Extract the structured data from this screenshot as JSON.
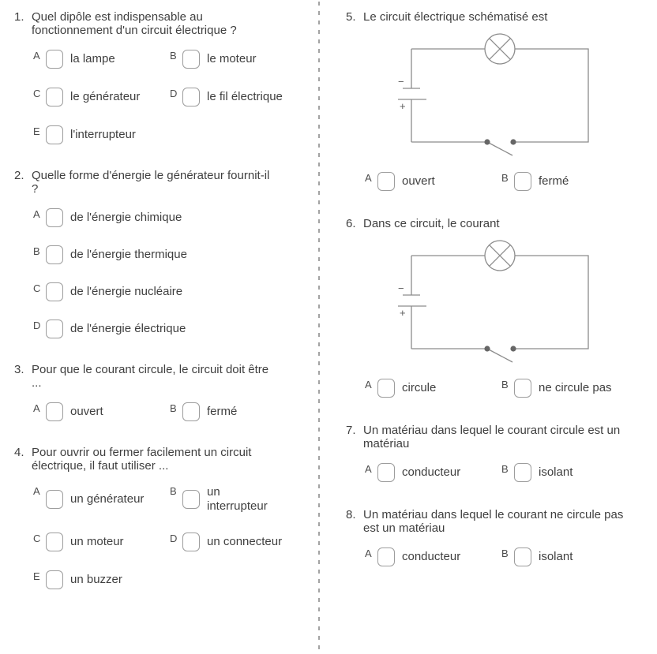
{
  "page": {
    "background": "#ffffff",
    "text_color": "#3f3f3f",
    "checkbox_border_color": "#9d9d9d",
    "circuit_line_color": "#8c8c8c",
    "divider_color": "#a3a3a3"
  },
  "diagram": {
    "description": "series circuit with lamp, battery and open switch",
    "minus_label": "−",
    "plus_label": "+"
  },
  "quiz": {
    "questions": [
      {
        "number": "1.",
        "text": "Quel dipôle est indispensable au fonctionnement d'un circuit électrique ?",
        "options": [
          {
            "letter": "A",
            "label": "la lampe",
            "checked": false
          },
          {
            "letter": "B",
            "label": "le moteur",
            "checked": false
          },
          {
            "letter": "C",
            "label": "le générateur",
            "checked": false
          },
          {
            "letter": "D",
            "label": "le fil électrique",
            "checked": false
          },
          {
            "letter": "E",
            "label": "l'interrupteur",
            "checked": false
          }
        ]
      },
      {
        "number": "2.",
        "text": "Quelle forme d'énergie le générateur fournit-il ?",
        "options": [
          {
            "letter": "A",
            "label": "de l'énergie chimique",
            "checked": false
          },
          {
            "letter": "B",
            "label": "de l'énergie thermique",
            "checked": false
          },
          {
            "letter": "C",
            "label": "de l'énergie nucléaire",
            "checked": false
          },
          {
            "letter": "D",
            "label": "de l'énergie électrique",
            "checked": false
          }
        ]
      },
      {
        "number": "3.",
        "text": "Pour que le courant circule, le circuit doit être ...",
        "options": [
          {
            "letter": "A",
            "label": "ouvert",
            "checked": false
          },
          {
            "letter": "B",
            "label": "fermé",
            "checked": false
          }
        ]
      },
      {
        "number": "4.",
        "text": "Pour ouvrir ou fermer facilement un circuit électrique, il faut utiliser ...",
        "options": [
          {
            "letter": "A",
            "label": "un générateur",
            "checked": false
          },
          {
            "letter": "B",
            "label": "un interrupteur",
            "checked": false
          },
          {
            "letter": "C",
            "label": "un moteur",
            "checked": false
          },
          {
            "letter": "D",
            "label": "un connecteur",
            "checked": false
          },
          {
            "letter": "E",
            "label": "un buzzer",
            "checked": false
          }
        ]
      },
      {
        "number": "5.",
        "text": "Le circuit électrique schématisé est",
        "has_diagram": true,
        "options": [
          {
            "letter": "A",
            "label": "ouvert",
            "checked": false
          },
          {
            "letter": "B",
            "label": "fermé",
            "checked": false
          }
        ]
      },
      {
        "number": "6.",
        "text": "Dans ce circuit, le courant",
        "has_diagram": true,
        "options": [
          {
            "letter": "A",
            "label": "circule",
            "checked": false
          },
          {
            "letter": "B",
            "label": "ne circule pas",
            "checked": false
          }
        ]
      },
      {
        "number": "7.",
        "text": "Un matériau dans lequel le courant circule est un matériau",
        "options": [
          {
            "letter": "A",
            "label": "conducteur",
            "checked": false
          },
          {
            "letter": "B",
            "label": "isolant",
            "checked": false
          }
        ]
      },
      {
        "number": "8.",
        "text": "Un matériau dans lequel le courant ne circule pas est un matériau",
        "options": [
          {
            "letter": "A",
            "label": "conducteur",
            "checked": false
          },
          {
            "letter": "B",
            "label": "isolant",
            "checked": false
          }
        ]
      }
    ]
  }
}
